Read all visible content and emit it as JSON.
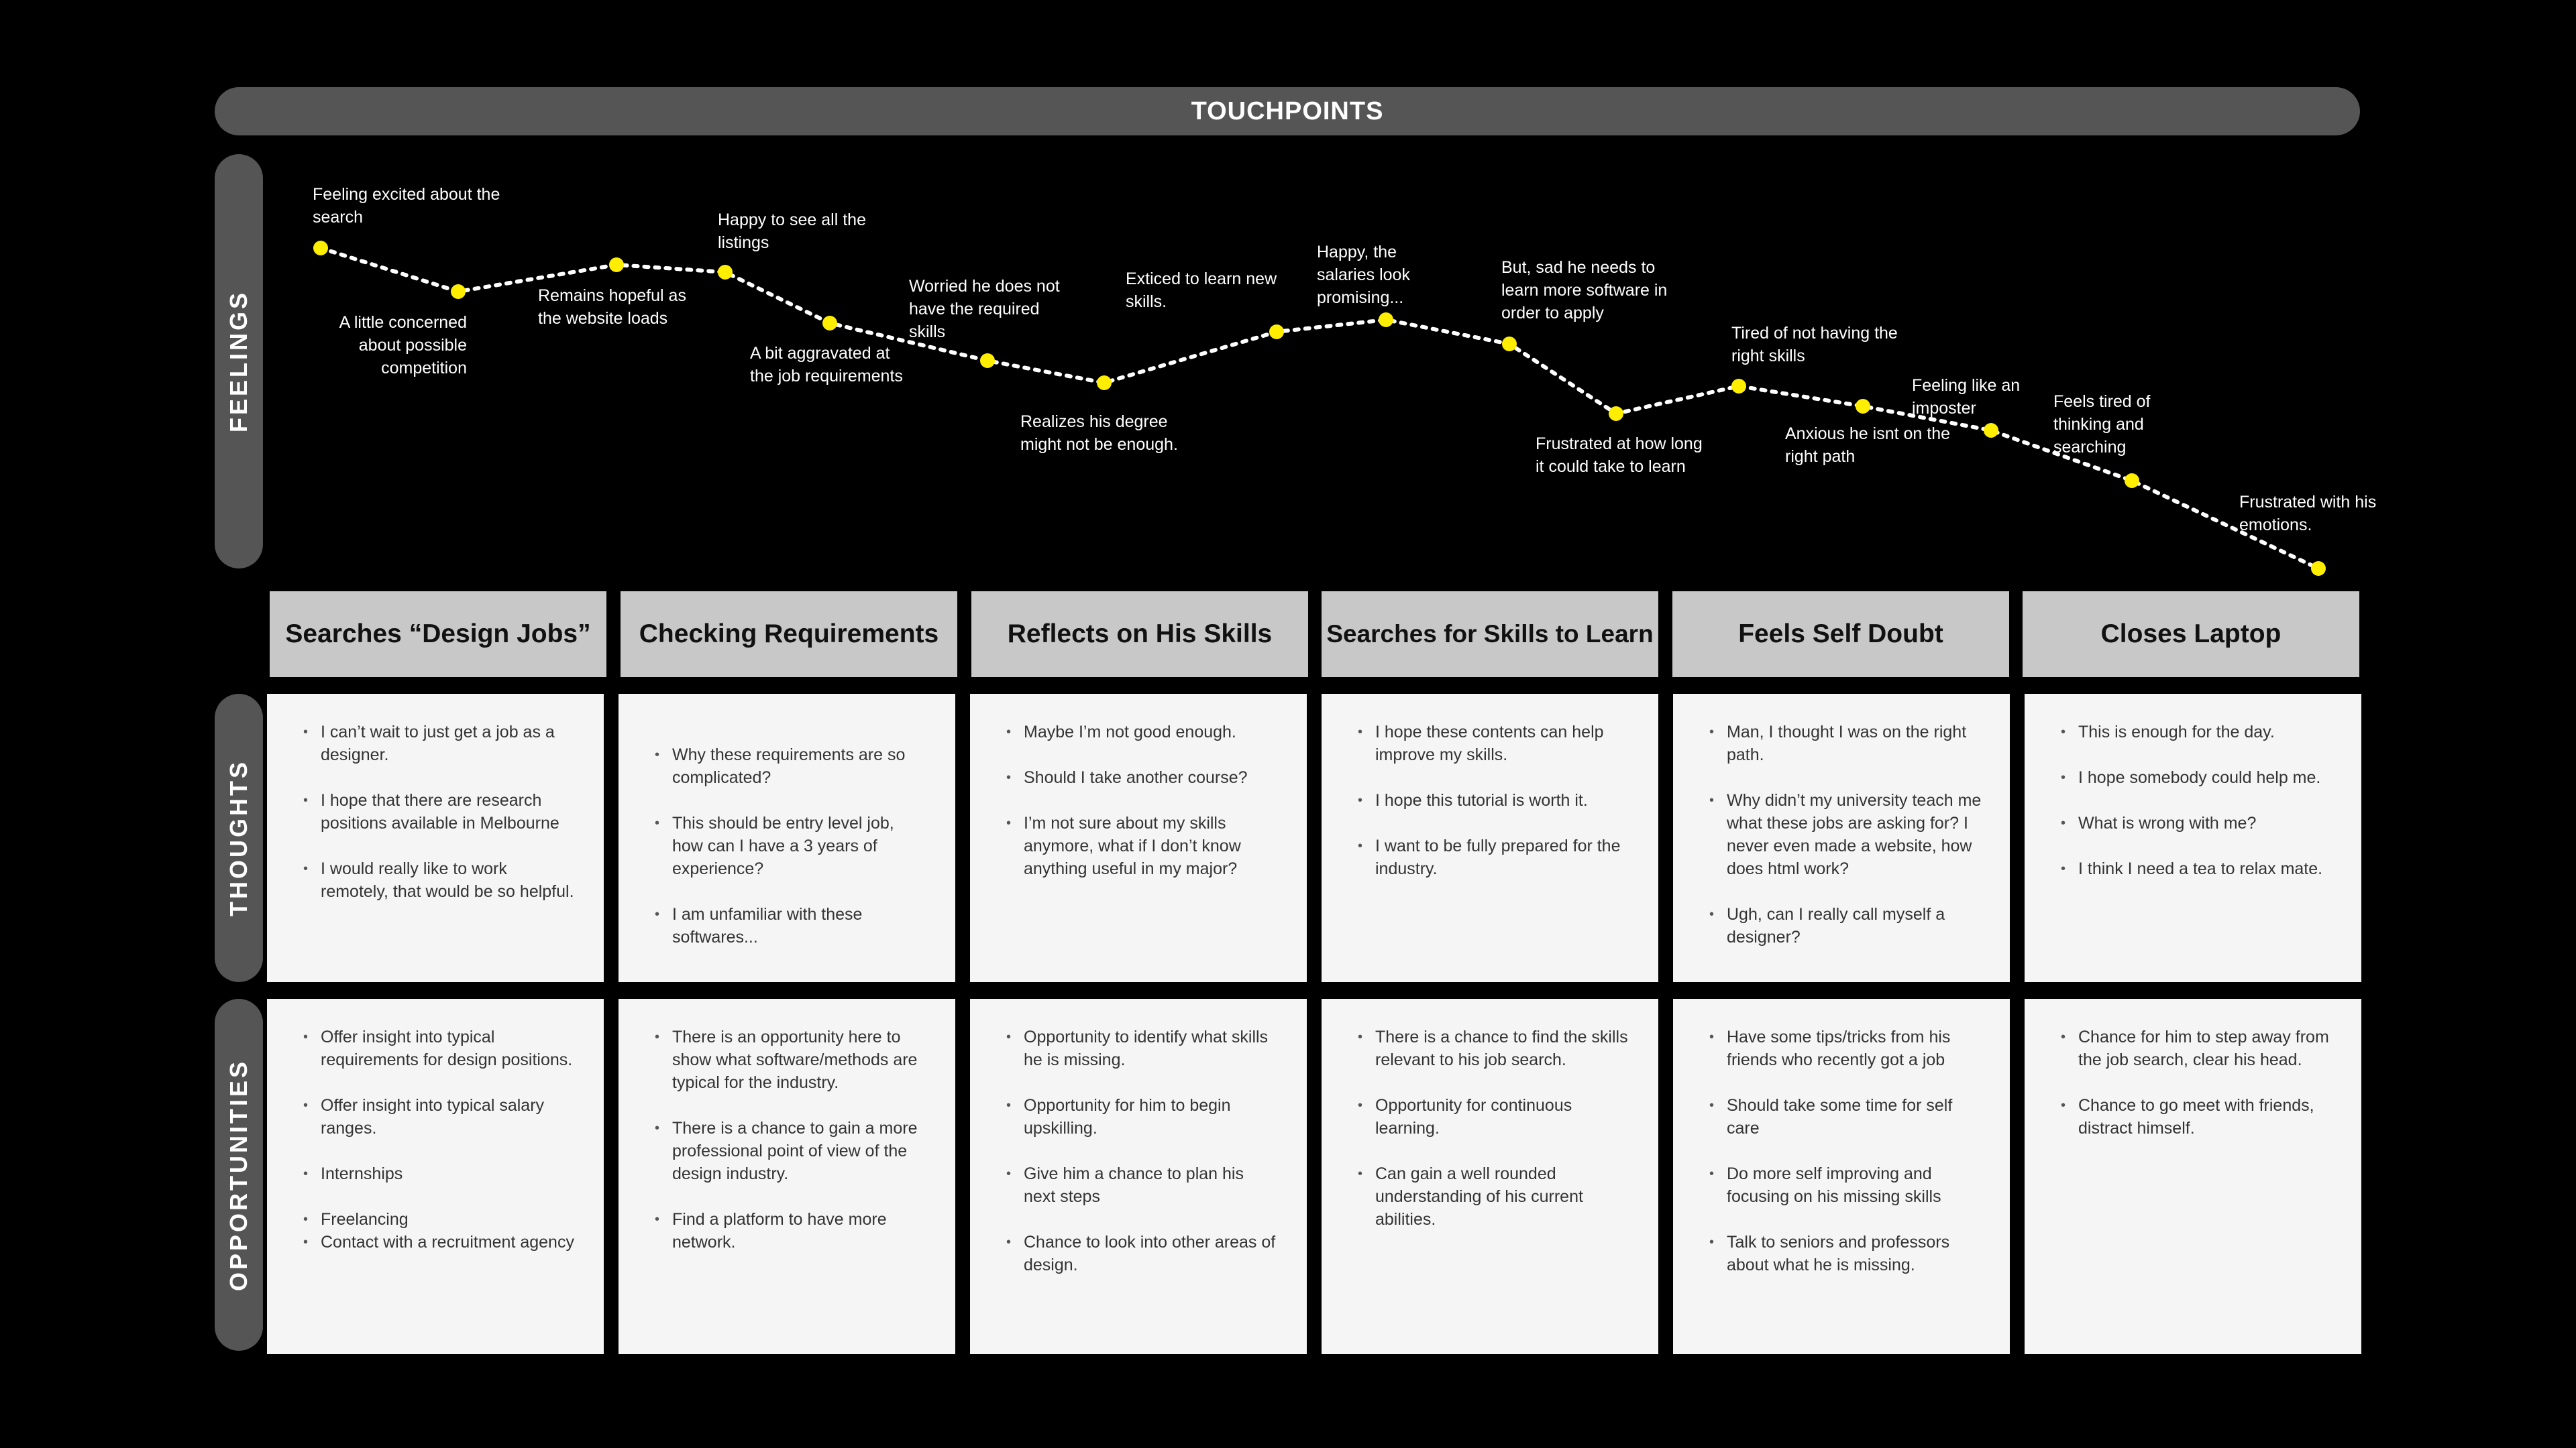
{
  "header": {
    "touchpoints": "TOUCHPOINTS"
  },
  "rows": {
    "feelings": "FEELINGS",
    "thoughts": "THOUGHTS",
    "opportunities": "OPPORTUNITIES"
  },
  "colors": {
    "background": "#000000",
    "bar": "#555555",
    "stage_header": "#c8c8c8",
    "card": "#f5f5f5",
    "feeling_dot": "#ffee00"
  },
  "feelings": [
    "Feeling excited about the search",
    "A little concerned about possible competition",
    "Remains hopeful as the website loads",
    "Happy to see all the listings",
    "A bit aggravated at the job requirements",
    "Worried he does not have the required skills",
    "Realizes his degree might not be enough.",
    "Exticed to learn new skills.",
    "Happy, the salaries look promising...",
    "But, sad he needs to learn more software in order to apply",
    "Frustrated at how long it could take to learn",
    "Tired of not having the right skills",
    "Anxious he isnt on the right path",
    "Feeling like an imposter",
    "Feels tired of thinking and searching",
    "Frustrated with his emotions."
  ],
  "stages": [
    {
      "title": "Searches “Design Jobs”",
      "thoughts": [
        "I can’t wait to just get a job as a designer.",
        "I hope that there are research positions available in Melbourne",
        "I would really like to work remotely, that would be so helpful."
      ],
      "opportunities": [
        "Offer insight into typical requirements for design positions.",
        "Offer insight into typical salary ranges.",
        "Internships",
        "Freelancing",
        "Contact with a recruitment agency"
      ]
    },
    {
      "title": "Checking Requirements",
      "thoughts": [
        "Why these requirements are so complicated?",
        "This should be entry level job, how can I have a 3 years of experience?",
        "I am unfamiliar with these softwares..."
      ],
      "opportunities": [
        "There is an opportunity here to show what software/methods are typical for the industry.",
        "There is a chance to gain a more professional point of view of the design industry.",
        "Find a platform to have more network."
      ]
    },
    {
      "title": "Reflects on His Skills",
      "thoughts": [
        "Maybe I’m not good enough.",
        "Should I take another course?",
        "I’m not sure about my skills anymore, what if I don’t know anything useful in my major?"
      ],
      "opportunities": [
        "Opportunity to identify what skills he is missing.",
        "Opportunity for him to begin upskilling.",
        "Give him a chance to plan his next steps",
        "Chance to look into other areas of design."
      ]
    },
    {
      "title": "Searches for Skills to Learn",
      "thoughts": [
        "I hope these contents can help improve my skills.",
        "I hope this tutorial is worth it.",
        "I want to be fully prepared for the industry."
      ],
      "opportunities": [
        "There is a chance to find the skills relevant to his job search.",
        "Opportunity for continuous learning.",
        "Can gain a well rounded understanding of his current abilities."
      ]
    },
    {
      "title": "Feels Self Doubt",
      "thoughts": [
        "Man, I thought I was on the right path.",
        "Why didn’t my university teach me what these jobs are asking for? I never even made a website, how does html work?",
        "Ugh, can I really call myself a designer?"
      ],
      "opportunities": [
        "Have some tips/tricks from his friends who recently got a job",
        "Should take some time for self care",
        "Do more self improving and focusing on his missing skills",
        "Talk to seniors and professors about what he is missing."
      ]
    },
    {
      "title": "Closes Laptop",
      "thoughts": [
        "This is enough for the day.",
        "I hope somebody could help me.",
        "What is wrong with me?",
        "I think I need a tea to relax mate."
      ],
      "opportunities": [
        "Chance for him to step away from the job search, clear his head.",
        "Chance to go meet with friends, distract himself."
      ]
    }
  ]
}
